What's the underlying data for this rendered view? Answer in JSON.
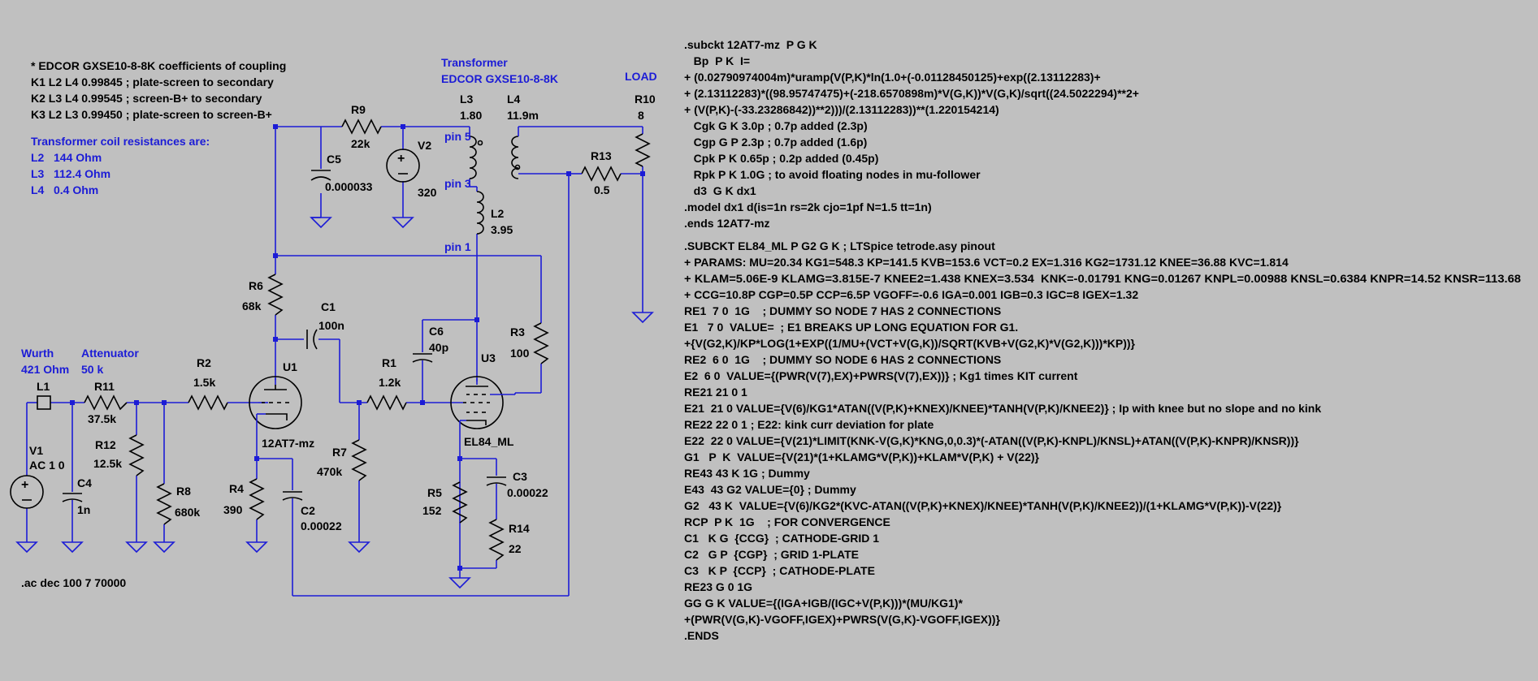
{
  "notes": {
    "coupling": [
      "* EDCOR GXSE10-8-8K coefficients of coupling",
      "K1 L2 L4 0.99845 ; plate-screen to secondary",
      "K2 L3 L4 0.99545 ; screen-B+ to secondary",
      "K3 L2 L3 0.99450 ; plate-screen to screen-B+"
    ],
    "coil_resistances": [
      "Transformer coil resistances are:",
      "L2   144 Ohm",
      "L3   112.4 Ohm",
      "L4   0.4 Ohm"
    ],
    "transformer_title": [
      "Transformer",
      "EDCOR GXSE10-8-8K"
    ],
    "load": "LOAD",
    "wurth": [
      "Wurth",
      "421 Ohm"
    ],
    "attenuator": [
      "Attenuator",
      "50 k"
    ],
    "ac_directive": ".ac dec 100 7 70000"
  },
  "pins": {
    "pin5": "pin 5",
    "pin3": "pin 3",
    "pin1": "pin 1"
  },
  "components": {
    "R9": {
      "name": "R9",
      "value": "22k"
    },
    "C5": {
      "name": "C5",
      "value": "0.000033"
    },
    "V2": {
      "name": "V2",
      "value": "320"
    },
    "L3": {
      "name": "L3",
      "value": "1.80"
    },
    "L4": {
      "name": "L4",
      "value": "11.9m"
    },
    "L2": {
      "name": "L2",
      "value": "3.95"
    },
    "R10": {
      "name": "R10",
      "value": "8"
    },
    "R13": {
      "name": "R13",
      "value": "0.5"
    },
    "R6": {
      "name": "R6",
      "value": "68k"
    },
    "C1": {
      "name": "C1",
      "value": "100n"
    },
    "C6": {
      "name": "C6",
      "value": "40p"
    },
    "R3": {
      "name": "R3",
      "value": "100"
    },
    "U1": {
      "name": "U1",
      "value": "12AT7-mz"
    },
    "U3": {
      "name": "U3",
      "value": "EL84_ML"
    },
    "R2": {
      "name": "R2",
      "value": "1.5k"
    },
    "R1": {
      "name": "R1",
      "value": "1.2k"
    },
    "L1": {
      "name": "L1",
      "value": ""
    },
    "R11": {
      "name": "R11",
      "value": "37.5k"
    },
    "R12": {
      "name": "R12",
      "value": "12.5k"
    },
    "R8": {
      "name": "R8",
      "value": "680k"
    },
    "V1": {
      "name": "V1",
      "value": "AC 1 0"
    },
    "C4": {
      "name": "C4",
      "value": "1n"
    },
    "R4": {
      "name": "R4",
      "value": "390"
    },
    "C2": {
      "name": "C2",
      "value": "0.00022"
    },
    "R7": {
      "name": "R7",
      "value": "470k"
    },
    "R5": {
      "name": "R5",
      "value": "152"
    },
    "C3": {
      "name": "C3",
      "value": "0.00022"
    },
    "R14": {
      "name": "R14",
      "value": "22"
    }
  },
  "spice": {
    "subckt_12at7": [
      ".subckt 12AT7-mz  P G K",
      "   Bp  P K  I=",
      "+ (0.02790974004m)*uramp(V(P,K)*ln(1.0+(-0.01128450125)+exp((2.13112283)+",
      "+ (2.13112283)*((98.95747475)+(-218.6570898m)*V(G,K))*V(G,K)/sqrt((24.5022294)**2+",
      "+ (V(P,K)-(-33.23286842))**2)))/(2.13112283))**(1.220154214)",
      "   Cgk G K 3.0p ; 0.7p added (2.3p)",
      "   Cgp G P 2.3p ; 0.7p added (1.6p)",
      "   Cpk P K 0.65p ; 0.2p added (0.45p)",
      "   Rpk P K 1.0G ; to avoid floating nodes in mu-follower",
      "   d3  G K dx1",
      ".model dx1 d(is=1n rs=2k cjo=1pf N=1.5 tt=1n)",
      ".ends 12AT7-mz"
    ],
    "subckt_el84": [
      ".SUBCKT EL84_ML P G2 G K ; LTSpice tetrode.asy pinout",
      "+ PARAMS: MU=20.34 KG1=548.3 KP=141.5 KVB=153.6 VCT=0.2 EX=1.316 KG2=1731.12 KNEE=36.88 KVC=1.814",
      "+ KLAM=5.06E-9 KLAMG=3.815E-7 KNEE2=1.438 KNEX=3.534  KNK=-0.01791 KNG=0.01267 KNPL=0.00988 KNSL=0.6384 KNPR=14.52 KNSR=113.68",
      "+ CCG=10.8P CGP=0.5P CCP=6.5P VGOFF=-0.6 IGA=0.001 IGB=0.3 IGC=8 IGEX=1.32",
      "RE1  7 0  1G    ; DUMMY SO NODE 7 HAS 2 CONNECTIONS",
      "E1   7 0  VALUE=  ; E1 BREAKS UP LONG EQUATION FOR G1.",
      "+{V(G2,K)/KP*LOG(1+EXP((1/MU+(VCT+V(G,K))/SQRT(KVB+V(G2,K)*V(G2,K)))*KP))}",
      "RE2  6 0  1G    ; DUMMY SO NODE 6 HAS 2 CONNECTIONS",
      "E2  6 0  VALUE={(PWR(V(7),EX)+PWRS(V(7),EX))} ; Kg1 times KIT current",
      "RE21 21 0 1",
      "E21  21 0 VALUE={V(6)/KG1*ATAN((V(P,K)+KNEX)/KNEE)*TANH(V(P,K)/KNEE2)} ; Ip with knee but no slope and no kink",
      "RE22 22 0 1 ; E22: kink curr deviation for plate",
      "E22  22 0 VALUE={V(21)*LIMIT(KNK-V(G,K)*KNG,0,0.3)*(-ATAN((V(P,K)-KNPL)/KNSL)+ATAN((V(P,K)-KNPR)/KNSR))}",
      "G1   P  K  VALUE={V(21)*(1+KLAMG*V(P,K))+KLAM*V(P,K) + V(22)}",
      "RE43 43 K 1G ; Dummy",
      "E43  43 G2 VALUE={0} ; Dummy",
      "G2   43 K  VALUE={V(6)/KG2*(KVC-ATAN((V(P,K)+KNEX)/KNEE)*TANH(V(P,K)/KNEE2))/(1+KLAMG*V(P,K))-V(22)}",
      "RCP  P K  1G    ; FOR CONVERGENCE",
      "C1   K G  {CCG}  ; CATHODE-GRID 1",
      "C2   G P  {CGP}  ; GRID 1-PLATE",
      "C3   K P  {CCP}  ; CATHODE-PLATE",
      "RE23 G 0 1G",
      "GG G K VALUE={(IGA+IGB/(IGC+V(P,K)))*(MU/KG1)*",
      "+(PWR(V(G,K)-VGOFF,IGEX)+PWRS(V(G,K)-VGOFF,IGEX))}",
      ".ENDS"
    ]
  },
  "colors": {
    "wire": "#1c1cd6",
    "component": "#000000",
    "background": "#c0c0c0"
  }
}
